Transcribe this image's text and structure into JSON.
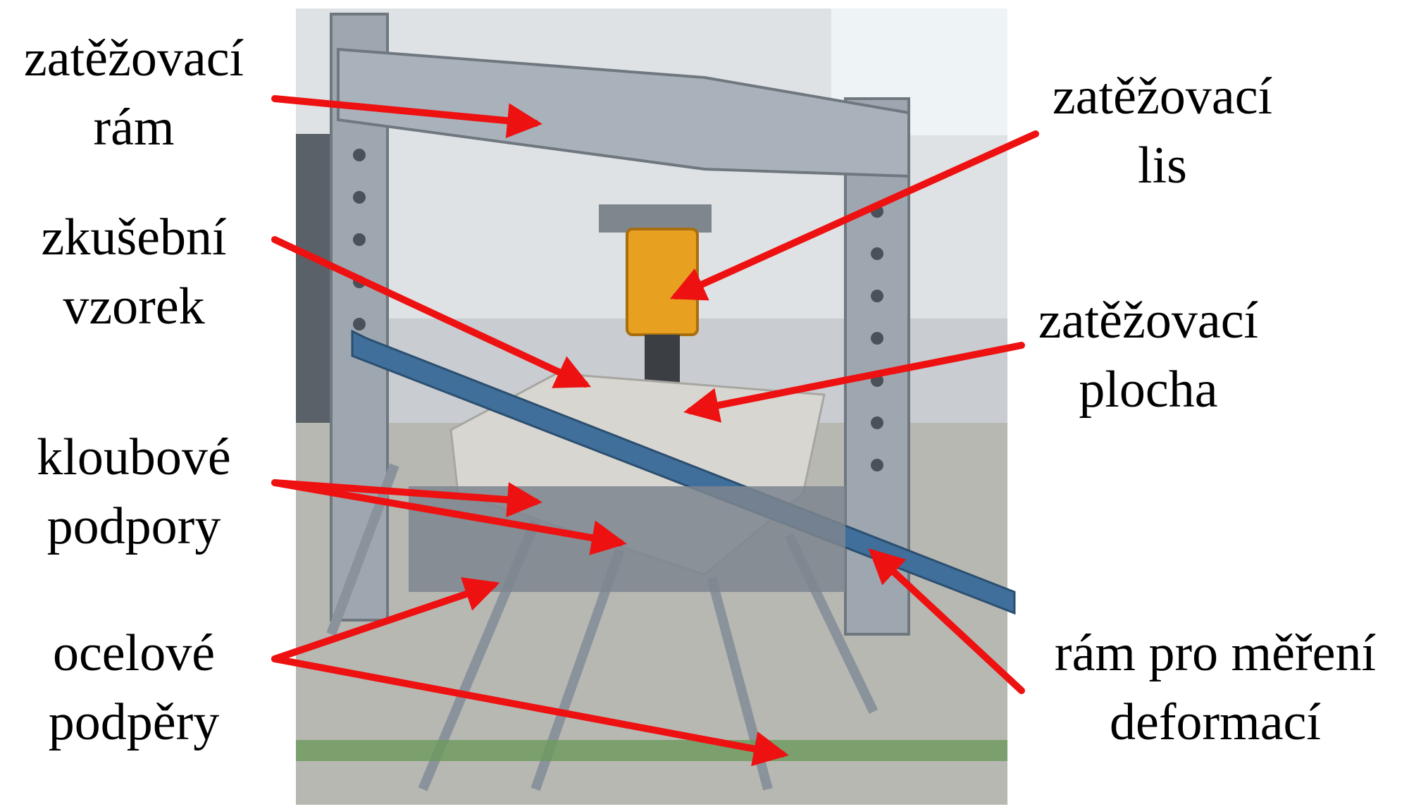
{
  "labels": {
    "loading_frame": [
      "zatěžovací",
      "rám"
    ],
    "specimen": [
      "zkušební",
      "vzorek"
    ],
    "hinged_supports": [
      "kloubové",
      "podpory"
    ],
    "steel_props": [
      "ocelové",
      "podpěry"
    ],
    "loading_press": [
      "zatěžovací",
      "lis"
    ],
    "loading_plate": [
      "zatěžovací",
      "plocha"
    ],
    "measurement_frame": [
      "rám pro měření",
      "deformací"
    ]
  },
  "colors": {
    "arrow": "#ee1111",
    "text": "#000000",
    "steel_frame": "#9ea7b0",
    "press": "#e8a020",
    "blue_beam": "#3f6f9a",
    "slab": "#d8d6d0",
    "floor": "#b8b8b2"
  }
}
